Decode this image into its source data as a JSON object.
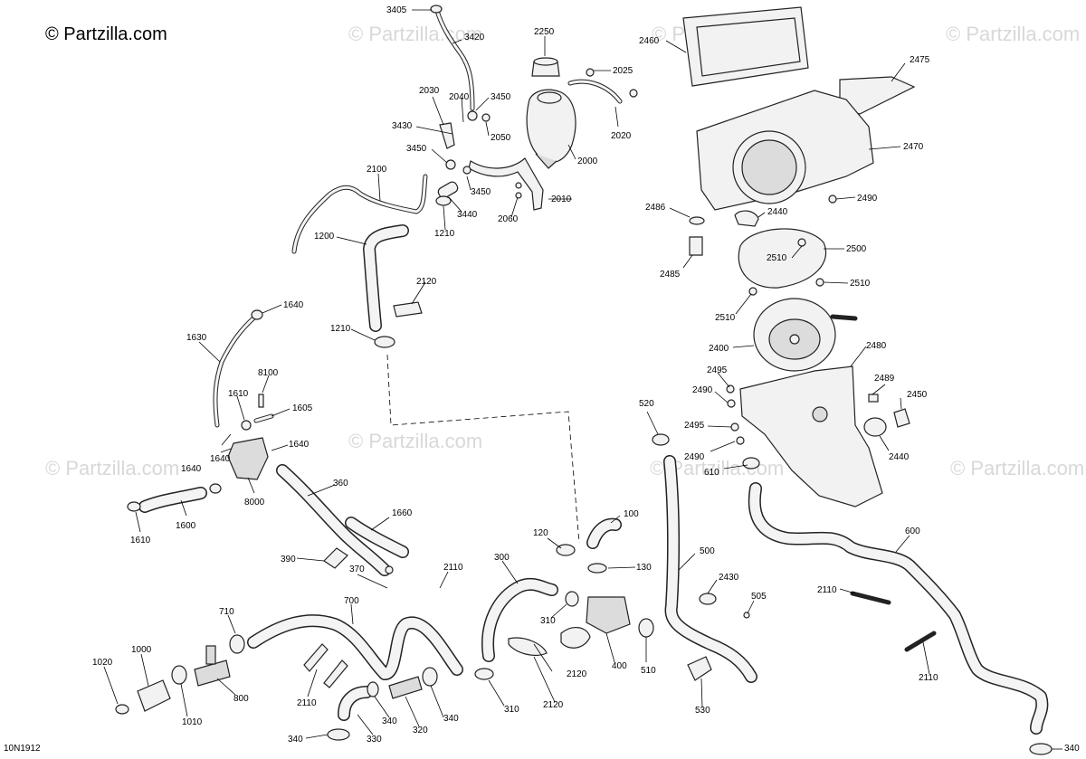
{
  "brand": "© Partzilla.com",
  "watermark": "© Partzilla.com",
  "diagram_ref": "10N1912",
  "callouts": [
    {
      "label": "3405"
    },
    {
      "label": "3420"
    },
    {
      "label": "2250"
    },
    {
      "label": "2025"
    },
    {
      "label": "2460"
    },
    {
      "label": "2475"
    },
    {
      "label": "2030"
    },
    {
      "label": "2040"
    },
    {
      "label": "3450"
    },
    {
      "label": "3430"
    },
    {
      "label": "2050"
    },
    {
      "label": "2020"
    },
    {
      "label": "3450"
    },
    {
      "label": "2000"
    },
    {
      "label": "2470"
    },
    {
      "label": "2100"
    },
    {
      "label": "3450"
    },
    {
      "label": "3440"
    },
    {
      "label": "2010"
    },
    {
      "label": "2060"
    },
    {
      "label": "2490"
    },
    {
      "label": "2486"
    },
    {
      "label": "2440"
    },
    {
      "label": "1210"
    },
    {
      "label": "1200"
    },
    {
      "label": "2500"
    },
    {
      "label": "2510"
    },
    {
      "label": "2485"
    },
    {
      "label": "2120"
    },
    {
      "label": "2510"
    },
    {
      "label": "1640"
    },
    {
      "label": "2510"
    },
    {
      "label": "1210"
    },
    {
      "label": "1630"
    },
    {
      "label": "2400"
    },
    {
      "label": "2480"
    },
    {
      "label": "8100"
    },
    {
      "label": "2495"
    },
    {
      "label": "2489"
    },
    {
      "label": "1610"
    },
    {
      "label": "2490"
    },
    {
      "label": "2450"
    },
    {
      "label": "1605"
    },
    {
      "label": "520"
    },
    {
      "label": "2495"
    },
    {
      "label": "1640"
    },
    {
      "label": "1640"
    },
    {
      "label": "2490"
    },
    {
      "label": "2440"
    },
    {
      "label": "1640"
    },
    {
      "label": "610"
    },
    {
      "label": "360"
    },
    {
      "label": "8000"
    },
    {
      "label": "1660"
    },
    {
      "label": "1600"
    },
    {
      "label": "100"
    },
    {
      "label": "1610"
    },
    {
      "label": "600"
    },
    {
      "label": "120"
    },
    {
      "label": "390"
    },
    {
      "label": "300"
    },
    {
      "label": "500"
    },
    {
      "label": "130"
    },
    {
      "label": "370"
    },
    {
      "label": "2110"
    },
    {
      "label": "2430"
    },
    {
      "label": "2110"
    },
    {
      "label": "700"
    },
    {
      "label": "505"
    },
    {
      "label": "710"
    },
    {
      "label": "310"
    },
    {
      "label": "1000"
    },
    {
      "label": "1020"
    },
    {
      "label": "2120"
    },
    {
      "label": "400"
    },
    {
      "label": "510"
    },
    {
      "label": "2110"
    },
    {
      "label": "2110"
    },
    {
      "label": "800"
    },
    {
      "label": "310"
    },
    {
      "label": "1010"
    },
    {
      "label": "340"
    },
    {
      "label": "340"
    },
    {
      "label": "2120"
    },
    {
      "label": "530"
    },
    {
      "label": "320"
    },
    {
      "label": "330"
    },
    {
      "label": "340"
    },
    {
      "label": "340"
    }
  ]
}
